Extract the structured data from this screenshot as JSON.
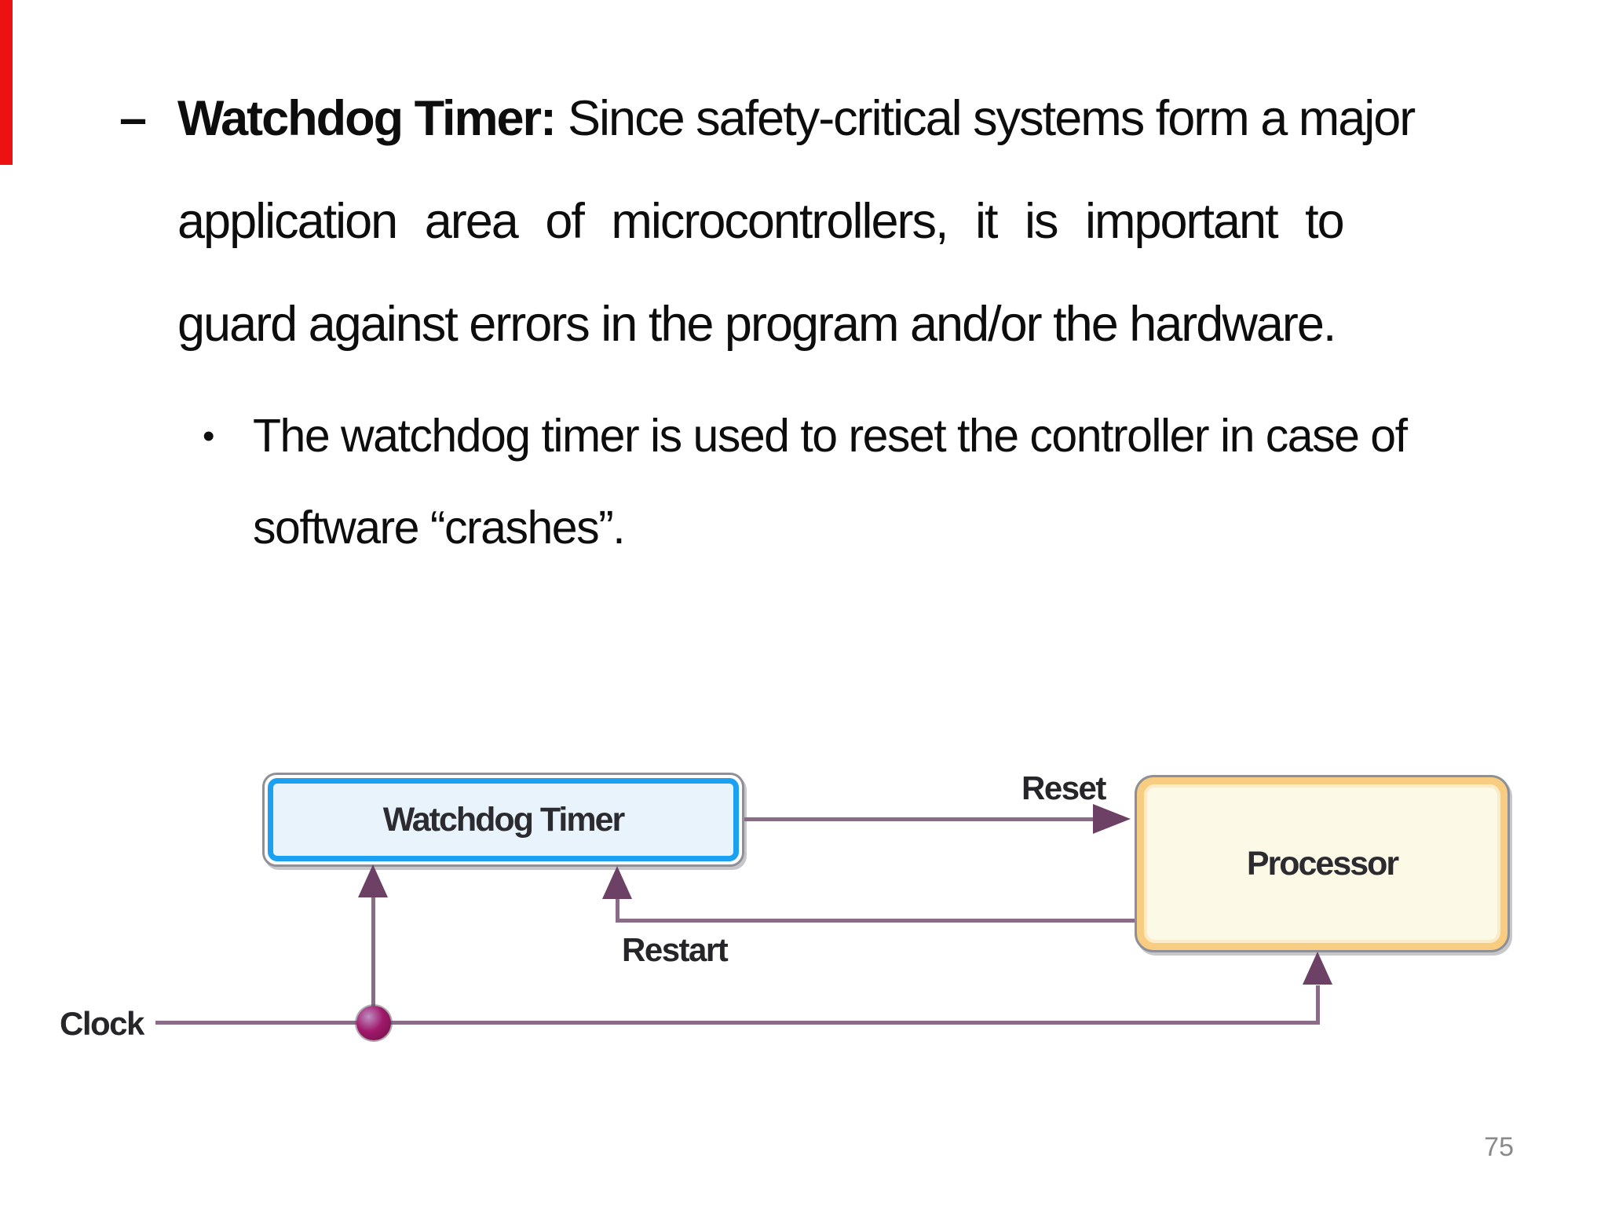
{
  "slide": {
    "accent_bar_color": "#ee1111",
    "page_number": "75"
  },
  "content": {
    "dash_marker": "–",
    "line1_bold": "Watchdog Timer:",
    "line1_rest": "Since safety-critical systems form a major",
    "line2": "application area of microcontrollers, it is important to",
    "line3": "guard against errors in the program and/or the hardware.",
    "bullet_marker": "•",
    "bullet_line1": "The watchdog timer is used to reset the controller in case of",
    "bullet_line2": "software “crashes”."
  },
  "diagram": {
    "watchdog_label": "Watchdog Timer",
    "processor_label": "Processor",
    "reset_label": "Reset",
    "restart_label": "Restart",
    "clock_label": "Clock",
    "colors": {
      "signal_line": "#8a6c86",
      "arrowhead": "#6d4066",
      "watchdog_border": "#1ba0f2",
      "watchdog_fill": "#e9f3fc",
      "processor_border": "#f8cd82",
      "processor_fill": "#fdf9e7",
      "box_outline": "#8f9097",
      "junction_dot": "#93135f"
    }
  }
}
